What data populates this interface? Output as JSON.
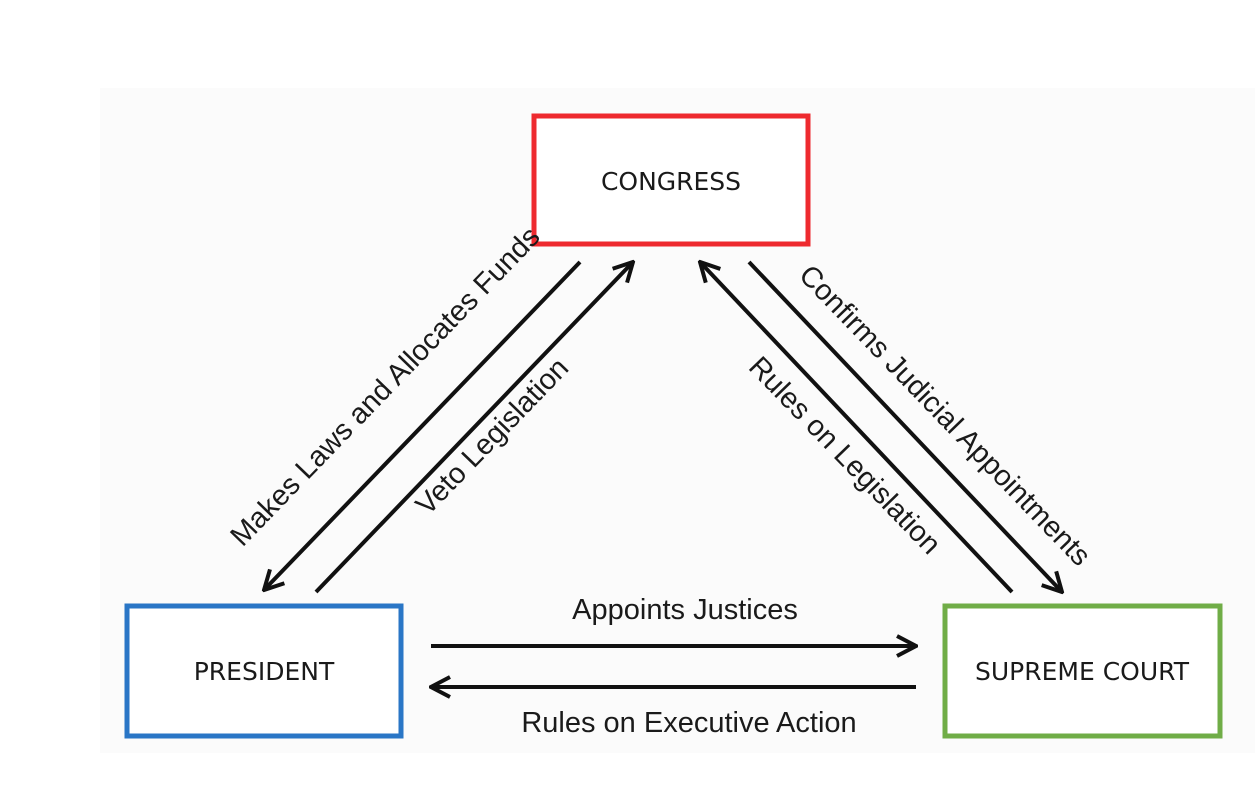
{
  "colors": {
    "congress": "#ee2a2f",
    "president": "#2a76c6",
    "supreme_court": "#70ad47",
    "arrow": "#111111"
  },
  "nodes": {
    "congress": "CONGRESS",
    "president": "PRESIDENT",
    "supreme_court": "SUPREME COURT"
  },
  "edges": {
    "makes_laws": "Makes Laws and Allocates Funds",
    "veto": "Veto Legislation",
    "rules_on_legislation": "Rules on Legislation",
    "confirms_appointments": "Confirms Judicial Appointments",
    "appoints_justices": "Appoints Justices",
    "rules_on_executive": "Rules on Executive Action"
  }
}
